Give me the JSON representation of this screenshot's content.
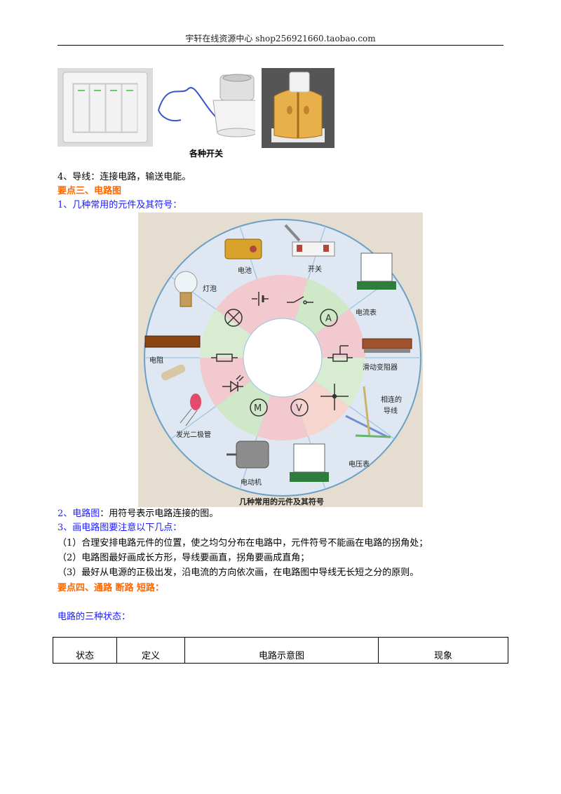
{
  "header": {
    "text": "宇轩在线资源中心   shop256921660.taobao.com"
  },
  "photos": {
    "caption": "各种开关"
  },
  "line_wire": "4、导线：连接电路，输送电能。",
  "section3": {
    "title": "要点三、电路图"
  },
  "item1": "1、几种常用的元件及其符号：",
  "wheel": {
    "caption": "几种常用的元件及其符号",
    "labels": {
      "battery": "电池",
      "switch": "开关",
      "ammeter": "电流表",
      "rheostat": "滑动变阻器",
      "connected": "相连的",
      "wire": "导线",
      "voltmeter": "电压表",
      "motor": "电动机",
      "led": "发光二极管",
      "resistor": "电阻",
      "bulb": "灯泡"
    }
  },
  "item2_head": "2、电路图",
  "item2_tail": "：用符号表示电路连接的图。",
  "item3": "3、画电路图要注意以下几点：",
  "notes": [
    "（1）合理安排电路元件的位置，使之均匀分布在电路中，元件符号不能画在电路的拐角处；",
    "（2）电路图最好画成长方形，导线要画直，拐角要画成直角；",
    "（3）最好从电源的正极出发，沿电流的方向依次画，在电路图中导线无长短之分的原则。"
  ],
  "section4": {
    "title": "要点四、通路 断路 短路："
  },
  "states_title": "电路的三种状态：",
  "table": {
    "headers": [
      "状态",
      "定义",
      "电路示意图",
      "现象"
    ]
  }
}
